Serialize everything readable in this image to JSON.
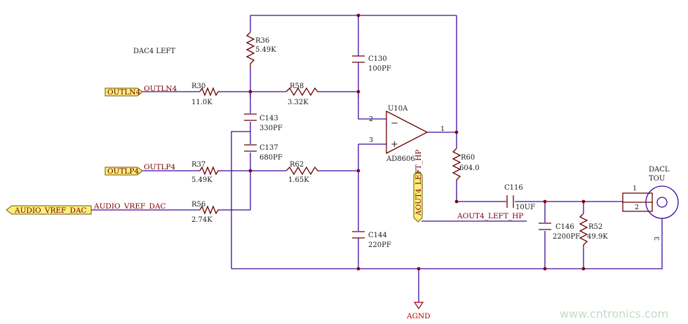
{
  "title": "DAC4 LEFT",
  "ports": {
    "outln4": "OUTLN4",
    "outlp4": "OUTLP4",
    "audio_vref_dac": "AUDIO_VREF_DAC",
    "aout4_left_hp": "AOUT4_LEFT_HP"
  },
  "nets": {
    "outln4": "OUTLN4",
    "outlp4": "OUTLP4",
    "audio_vref_dac": "AUDIO_VREF_DAC",
    "aout4_left_hp": "AOUT4_LEFT_HP",
    "agnd": "AGND"
  },
  "components": {
    "r36": {
      "ref": "R36",
      "value": "5.49K"
    },
    "r30": {
      "ref": "R30",
      "value": "11.0K"
    },
    "r58": {
      "ref": "R58",
      "value": "3.32K"
    },
    "r37": {
      "ref": "R37",
      "value": "5.49K"
    },
    "r62": {
      "ref": "R62",
      "value": "1.65K"
    },
    "r56": {
      "ref": "R56",
      "value": "2.74K"
    },
    "r60": {
      "ref": "R60",
      "value": "604.0"
    },
    "r52": {
      "ref": "R52",
      "value": "49.9K"
    },
    "c130": {
      "ref": "C130",
      "value": "100PF"
    },
    "c143": {
      "ref": "C143",
      "value": "330PF"
    },
    "c137": {
      "ref": "C137",
      "value": "680PF"
    },
    "c144": {
      "ref": "C144",
      "value": "220PF"
    },
    "c116": {
      "ref": "C116",
      "value": "10UF"
    },
    "c146": {
      "ref": "C146",
      "value": "2200PF"
    },
    "u10a": {
      "ref": "U10A",
      "value": "AD8606"
    }
  },
  "opamp_pins": {
    "inv": "2",
    "noninv": "3",
    "out": "1",
    "minus": "−",
    "plus": "+"
  },
  "connector": {
    "ref_line1": "DACL",
    "ref_line2": "TOU",
    "pin1": "1",
    "pin2": "2",
    "pin3": "3"
  },
  "watermark": "www.cntronics.com"
}
